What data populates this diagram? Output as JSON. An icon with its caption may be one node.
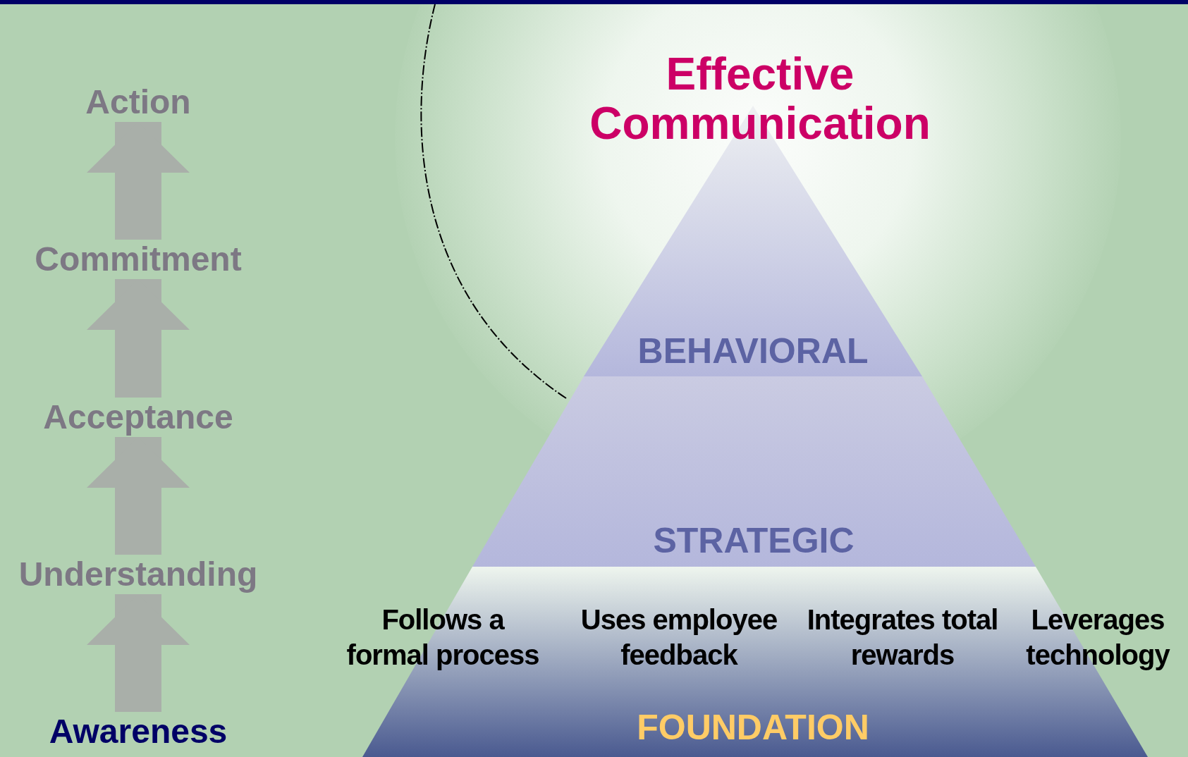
{
  "diagram": {
    "title": "Effective Communication",
    "nodes": [
      {
        "text": [
          "Action"
        ]
      },
      {
        "text": [
          "Commitment"
        ]
      },
      {
        "text": [
          "Acceptance"
        ]
      },
      {
        "text": [
          "Understanding"
        ]
      },
      {
        "text": [
          "Awareness"
        ]
      },
      {
        "text": [
          "BEHAVIORAL"
        ]
      },
      {
        "text": [
          "STRATEGIC"
        ]
      },
      {
        "text": [
          "Follows a formal process",
          "Uses employee feedback",
          "Integrates total rewards",
          "Leverages technology",
          "FOUNDATION"
        ]
      }
    ],
    "edges": [
      {
        "from": 1,
        "to": 0,
        "arrow": "to"
      },
      {
        "from": 2,
        "to": 1,
        "arrow": "to"
      },
      {
        "from": 3,
        "to": 2,
        "arrow": "to"
      },
      {
        "from": 4,
        "to": 3,
        "arrow": "to"
      }
    ]
  }
}
